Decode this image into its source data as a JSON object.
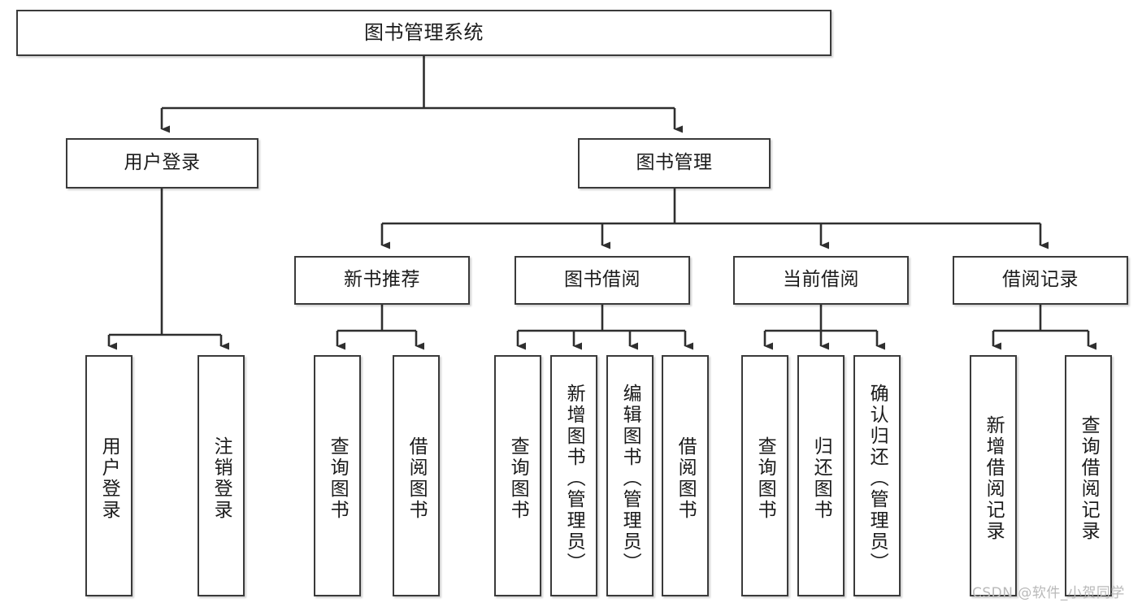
{
  "diagram": {
    "title": "图书管理系统",
    "style": {
      "box_border_color": "#3a3a3a",
      "box_fill": "#ffffff",
      "line_color": "#2f2f2f",
      "text_color": "#1b1b1b",
      "background": "#ffffff",
      "watermark_color": "#b9b9b9"
    },
    "levels": {
      "root": {
        "label": "图书管理系统"
      },
      "level2": [
        {
          "label": "用户登录"
        },
        {
          "label": "图书管理"
        }
      ],
      "level3": [
        {
          "label": "新书推荐"
        },
        {
          "label": "图书借阅"
        },
        {
          "label": "当前借阅"
        },
        {
          "label": "借阅记录"
        }
      ],
      "leaves": {
        "user_login": [
          {
            "label": "用户登录"
          },
          {
            "label": "注销登录"
          }
        ],
        "new_book_recommend": [
          {
            "label": "查询图书"
          },
          {
            "label": "借阅图书"
          }
        ],
        "book_borrow": [
          {
            "label": "查询图书"
          },
          {
            "label": "新增图书（管理员）"
          },
          {
            "label": "编辑图书（管理员）"
          },
          {
            "label": "借阅图书"
          }
        ],
        "current_borrow": [
          {
            "label": "查询图书"
          },
          {
            "label": "归还图书"
          },
          {
            "label": "确认归还（管理员）"
          }
        ],
        "borrow_record": [
          {
            "label": "新增借阅记录"
          },
          {
            "label": "查询借阅记录"
          }
        ]
      }
    },
    "watermark": "CSDN @软件_小贺同学"
  }
}
